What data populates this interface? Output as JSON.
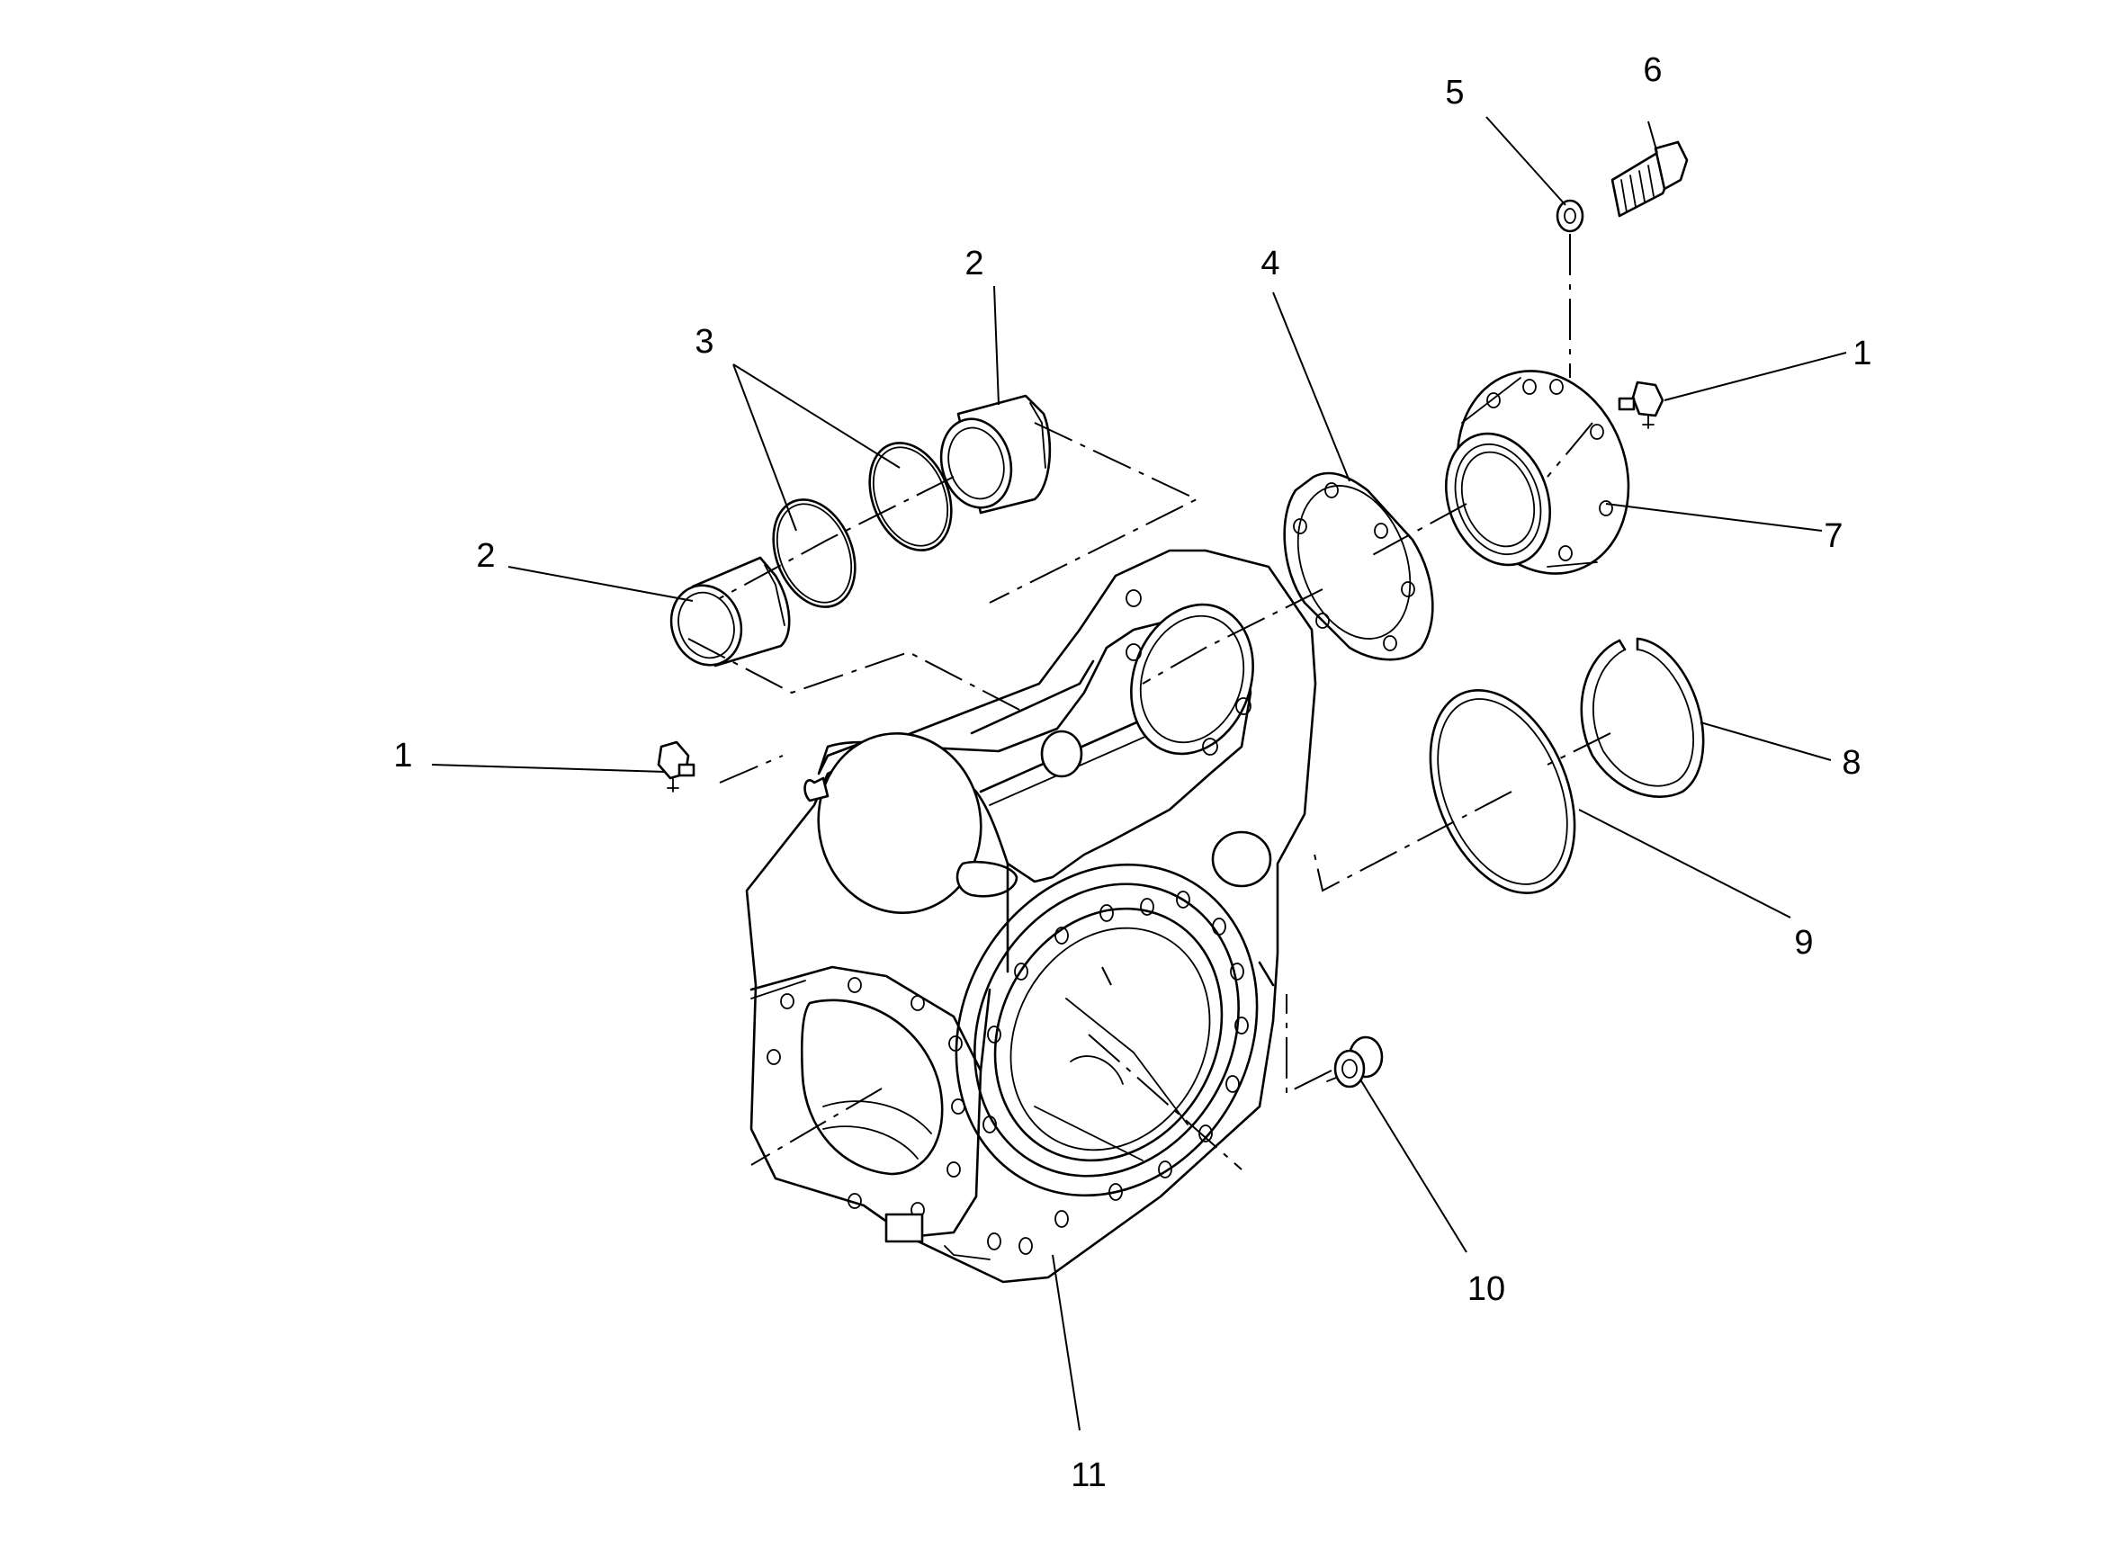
{
  "diagram": {
    "callouts": [
      {
        "id": "c1a",
        "part": "grease-fitting",
        "label": "1"
      },
      {
        "id": "c1b",
        "part": "grease-fitting",
        "label": "1"
      },
      {
        "id": "c2a",
        "part": "bushing",
        "label": "2"
      },
      {
        "id": "c2b",
        "part": "bushing",
        "label": "2"
      },
      {
        "id": "c3",
        "part": "o-ring",
        "label": "3"
      },
      {
        "id": "c4",
        "part": "gasket",
        "label": "4"
      },
      {
        "id": "c5",
        "part": "lock-washer",
        "label": "5"
      },
      {
        "id": "c6",
        "part": "bolt",
        "label": "6"
      },
      {
        "id": "c7",
        "part": "cover-flange",
        "label": "7"
      },
      {
        "id": "c8",
        "part": "snap-ring",
        "label": "8"
      },
      {
        "id": "c9",
        "part": "seal-ring",
        "label": "9"
      },
      {
        "id": "c10",
        "part": "plug",
        "label": "10"
      },
      {
        "id": "c11",
        "part": "housing",
        "label": "11"
      }
    ]
  }
}
